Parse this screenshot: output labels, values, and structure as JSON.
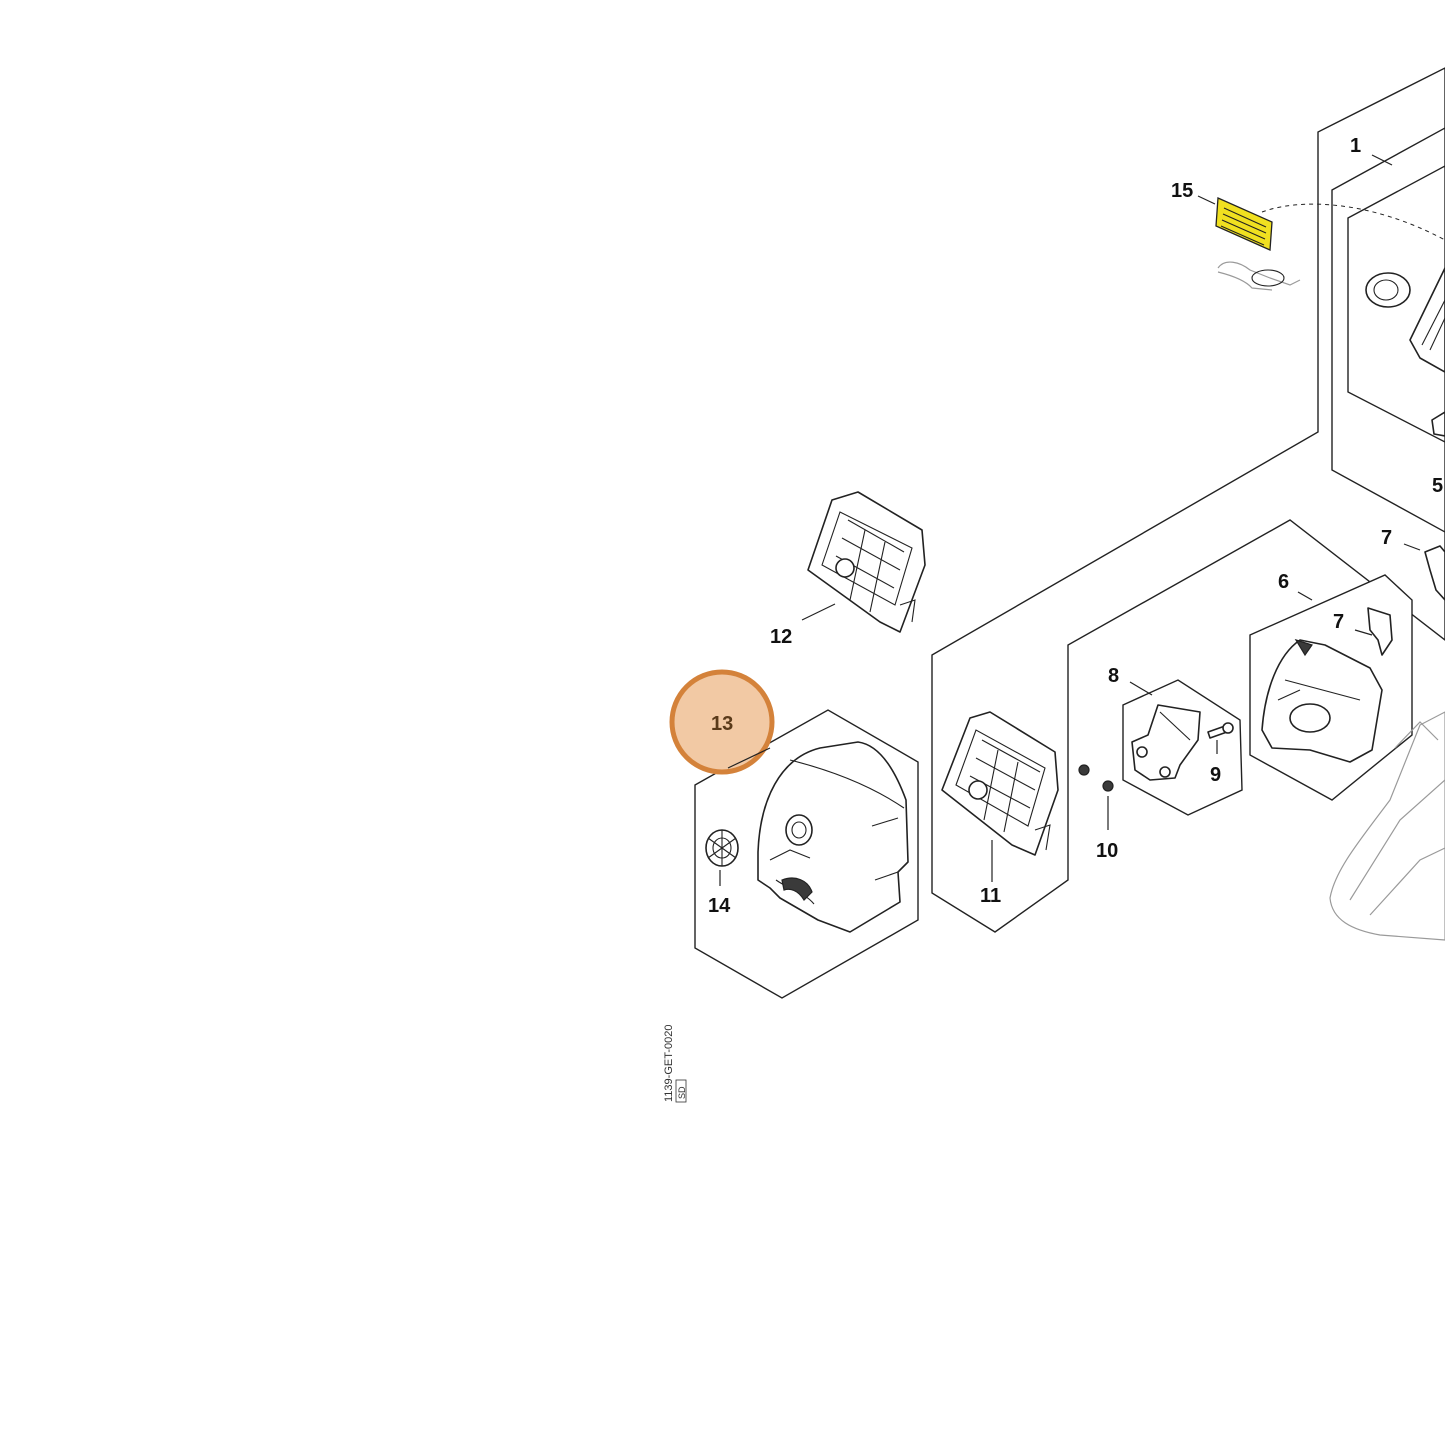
{
  "diagram": {
    "callouts": {
      "c1": "1",
      "c5": "5",
      "c6": "6",
      "c7a": "7",
      "c7b": "7",
      "c8": "8",
      "c9": "9",
      "c10": "10",
      "c11": "11",
      "c12": "12",
      "c13": "13",
      "c14": "14",
      "c15": "15"
    },
    "highlighted_callout": "13",
    "highlight_color": "#d4823a",
    "highlight_fill": "#f2c9a4",
    "label_color": "#f0e020",
    "drawing_code_line1": "1139-GET-0020",
    "drawing_code_line2": "SD"
  }
}
